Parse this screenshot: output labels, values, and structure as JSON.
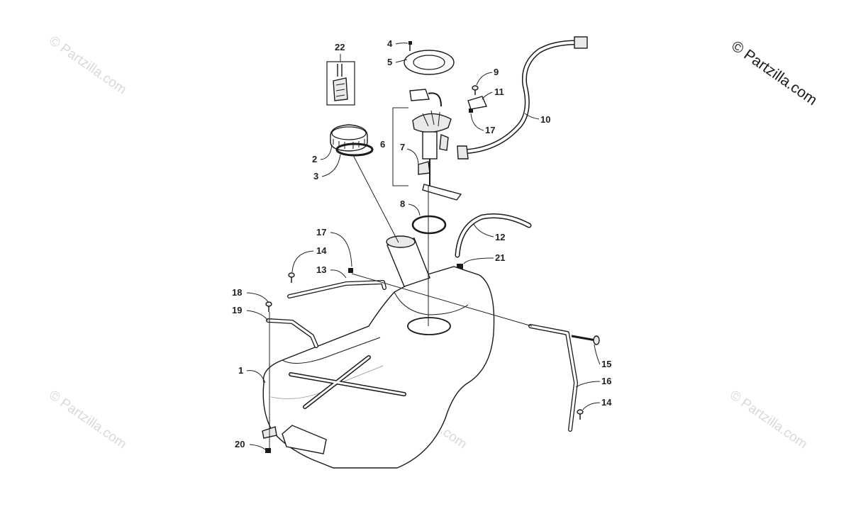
{
  "copyright": "© Partzilla.com",
  "watermark": "© Partzilla.com",
  "callouts": [
    "1",
    "2",
    "3",
    "4",
    "5",
    "6",
    "7",
    "8",
    "9",
    "10",
    "11",
    "12",
    "13",
    "14",
    "14",
    "15",
    "16",
    "17",
    "17",
    "18",
    "19",
    "20",
    "21",
    "22"
  ]
}
